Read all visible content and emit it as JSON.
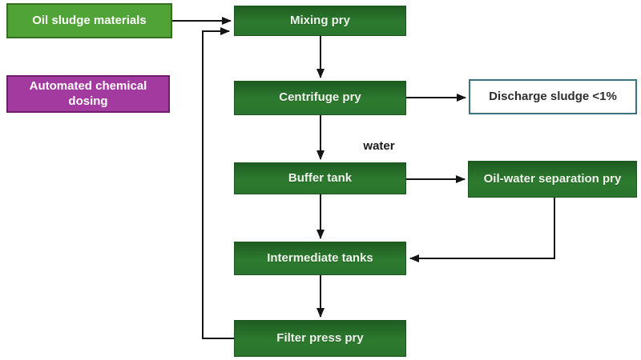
{
  "diagram": {
    "type": "flowchart",
    "nodes": {
      "oil_sludge": {
        "label": "Oil sludge materials",
        "fill": "#4fa337",
        "border": "#356f21",
        "text_color": "#ffffff"
      },
      "dosing": {
        "label": "Automated chemical dosing",
        "fill": "#a23a9f",
        "border": "#6e1d6c",
        "text_color": "#ffffff"
      },
      "mixing": {
        "label": "Mixing pry",
        "fill": "#2d7b2f",
        "text_color": "#ffffff"
      },
      "centrifuge": {
        "label": "Centrifuge pry",
        "fill": "#2d7b2f",
        "text_color": "#ffffff"
      },
      "discharge": {
        "label": "Discharge sludge <1%",
        "fill": "#ffffff",
        "border": "#3a7280",
        "text_color": "#2e2e2e"
      },
      "buffer": {
        "label": "Buffer tank",
        "fill": "#2d7b2f",
        "text_color": "#ffffff"
      },
      "oil_water": {
        "label": "Oil-water separation pry",
        "fill": "#2d7b2f",
        "text_color": "#ffffff"
      },
      "intermediate": {
        "label": "Intermediate tanks",
        "fill": "#2d7b2f",
        "text_color": "#ffffff"
      },
      "filter_press": {
        "label": "Filter press pry",
        "fill": "#2d7b2f",
        "text_color": "#ffffff"
      }
    },
    "annotations": {
      "water": "water"
    },
    "edges": [
      {
        "from": "oil_sludge",
        "to": "mixing"
      },
      {
        "from": "filter_press",
        "to": "mixing"
      },
      {
        "from": "mixing",
        "to": "centrifuge"
      },
      {
        "from": "centrifuge",
        "to": "discharge"
      },
      {
        "from": "centrifuge",
        "to": "buffer"
      },
      {
        "from": "buffer",
        "to": "oil_water"
      },
      {
        "from": "buffer",
        "to": "intermediate"
      },
      {
        "from": "oil_water",
        "to": "intermediate"
      },
      {
        "from": "intermediate",
        "to": "filter_press"
      }
    ],
    "colors": {
      "dark_green_gradient_top": "#1e5c21",
      "dark_green": "#2d7b2f",
      "light_green": "#4fa337",
      "purple": "#a23a9f",
      "discharge_border": "#3a7280",
      "arrow": "#141414",
      "background": "#ffffff"
    }
  }
}
